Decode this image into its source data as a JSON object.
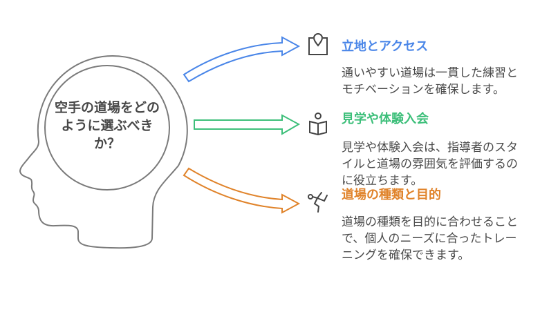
{
  "center_question": "空手の道場をどのように選ぶべきか？",
  "colors": {
    "blue": "#4a86e8",
    "green": "#3dbf7a",
    "orange": "#e0832a",
    "outline": "#7a7a7a"
  },
  "items": [
    {
      "title": "立地とアクセス",
      "description": "通いやすい道場は一貫した練習とモチベーションを確保します。",
      "icon": "map-pin-icon"
    },
    {
      "title": "見学や体験入会",
      "description": "見学や体験入会は、指導者のスタイルと道場の雰囲気を評価するのに役立ちます。",
      "icon": "reading-person-icon"
    },
    {
      "title": "道場の種類と目的",
      "description": "道場の種類を目的に合わせることで、個人のニーズに合ったトレーニングを確保できます。",
      "icon": "karate-kick-icon"
    }
  ]
}
